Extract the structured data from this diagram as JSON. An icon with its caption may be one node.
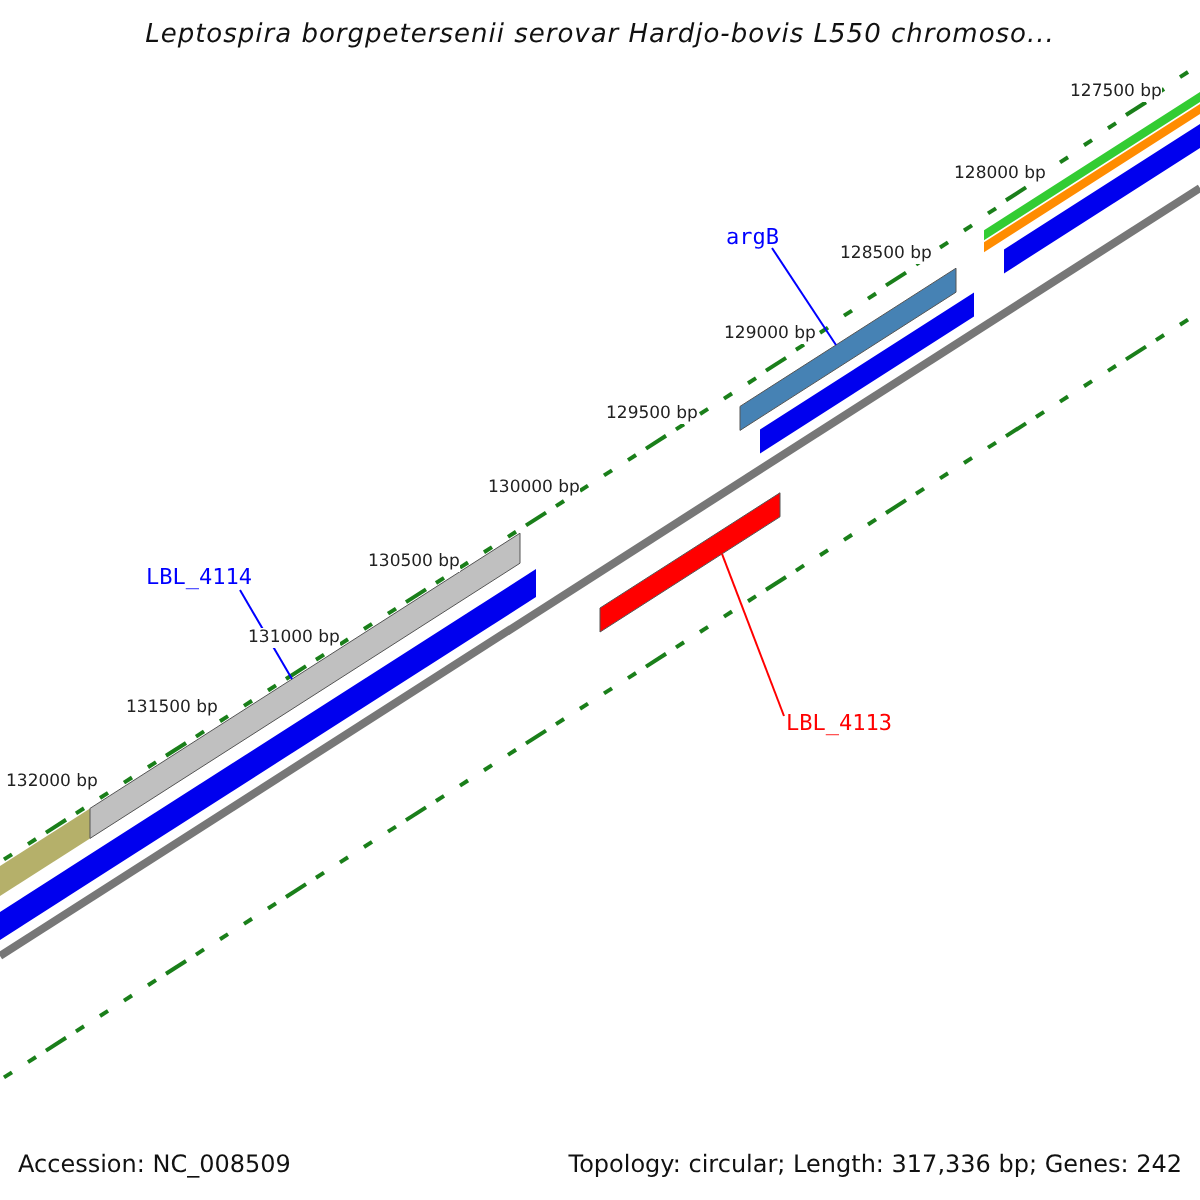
{
  "diagram": {
    "title": "Leptospira borgpetersenii serovar Hardjo-bovis L550 chromoso...",
    "nodes": [
      {
        "text": [
          "argB"
        ]
      },
      {
        "text": [],
        "shape": "bar"
      },
      {
        "text": [
          "LBL_4114"
        ]
      },
      {
        "text": [],
        "shape": "bar"
      },
      {
        "text": [
          "LBL_4113"
        ]
      },
      {
        "text": [],
        "shape": "bar"
      }
    ],
    "edges": [
      {
        "from": 0,
        "to": 1,
        "arrow": "none",
        "color": "#0000ff"
      },
      {
        "from": 2,
        "to": 3,
        "arrow": "none",
        "color": "#0000ff"
      },
      {
        "from": 4,
        "to": 5,
        "arrow": "none",
        "color": "#ff0000"
      }
    ],
    "labels": [
      "127500 bp",
      "128000 bp",
      "128500 bp",
      "129000 bp",
      "129500 bp",
      "130000 bp",
      "130500 bp",
      "131000 bp",
      "131500 bp",
      "132000 bp",
      "Accession: NC_008509",
      "Topology: circular; Length: 317,336 bp; Genes: 242"
    ]
  }
}
